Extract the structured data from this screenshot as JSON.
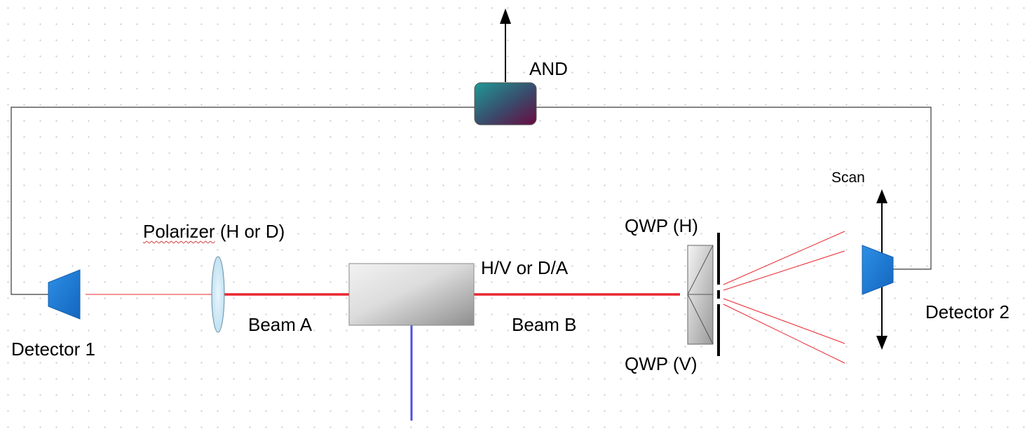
{
  "labels": {
    "and_gate": "AND",
    "scan": "Scan",
    "polarizer_word": "Polarizer",
    "polarizer_rest": " (H or D)",
    "qwp_h": "QWP (H)",
    "qwp_v": "QWP (V)",
    "basis": "H/V or D/A",
    "beam_a": "Beam A",
    "beam_b": "Beam B",
    "detector_1": "Detector 1",
    "detector_2": "Detector 2"
  },
  "colors": {
    "beam_red": "#e8262e",
    "pump_blue": "#5050e0",
    "detector_blue": "#1e7fd8",
    "wire": "#3a3a3a",
    "and_teal": "#1f9a96",
    "and_magenta": "#6a0a40"
  },
  "icons": {
    "detector": "trapezoid-detector-icon",
    "lens": "ellipse-lens-icon",
    "crystal": "gradient-box-crystal",
    "gate": "rounded-rect-and-gate",
    "waveplate": "split-prism-waveplate",
    "arrow": "arrow-icon"
  }
}
